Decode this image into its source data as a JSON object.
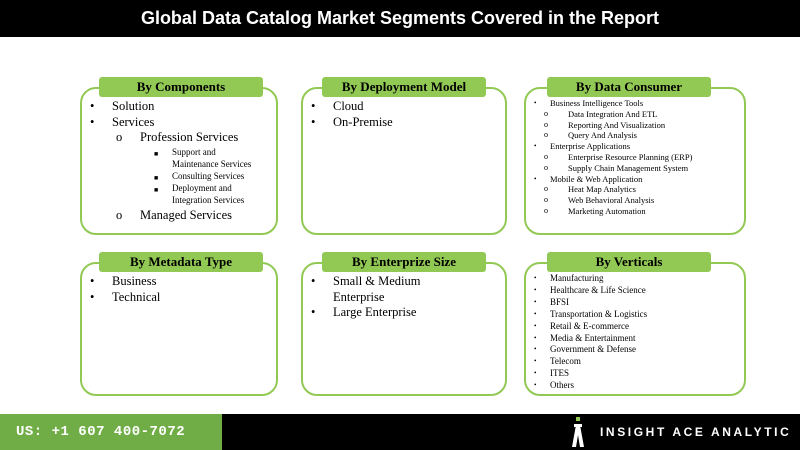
{
  "title": "Global Data Catalog Market Segments Covered in the Report",
  "colors": {
    "accent": "#92c954",
    "footer_green": "#70ad47",
    "title_bg": "#000000"
  },
  "components": {
    "label": "By Components",
    "solution": "Solution",
    "services": "Services",
    "profession": "Profession Services",
    "support_1": "Support and",
    "support_2": "Maintenance Services",
    "consulting": "Consulting Services",
    "deployment_1": "Deployment and",
    "deployment_2": "Integration Services",
    "managed": "Managed Services"
  },
  "deployment_model": {
    "label": "By Deployment Model",
    "items": [
      "Cloud",
      "On-Premise"
    ]
  },
  "data_consumer": {
    "label": "By Data Consumer",
    "groups": [
      {
        "name": "Business Intelligence Tools",
        "subs": [
          "Data Integration And ETL",
          "Reporting And Visualization",
          "Query And Analysis"
        ]
      },
      {
        "name": "Enterprise Applications",
        "subs": [
          "Enterprise Resource Planning (ERP)",
          "Supply Chain Management System"
        ]
      },
      {
        "name": "Mobile & Web Application",
        "subs": [
          "Heat Map Analytics",
          "Web Behavioral Analysis",
          "Marketing Automation"
        ]
      }
    ]
  },
  "metadata_type": {
    "label": "By Metadata Type",
    "items": [
      "Business",
      "Technical"
    ]
  },
  "enterprise_size": {
    "label": "By Enterprize Size",
    "sme_1": "Small & Medium",
    "sme_2": "Enterprise",
    "large": "Large Enterprise"
  },
  "verticals": {
    "label": "By Verticals",
    "items": [
      "Manufacturing",
      "Healthcare & Life Science",
      "BFSI",
      "Transportation & Logistics",
      "Retail & E-commerce",
      "Media & Entertainment",
      "Government & Defense",
      "Telecom",
      "ITES",
      "Others"
    ]
  },
  "footer": {
    "phone": "US: +1 607 400-7072",
    "company": "INSIGHT ACE ANALYTIC",
    "logo_icon": "insight-ace-logo-icon"
  }
}
